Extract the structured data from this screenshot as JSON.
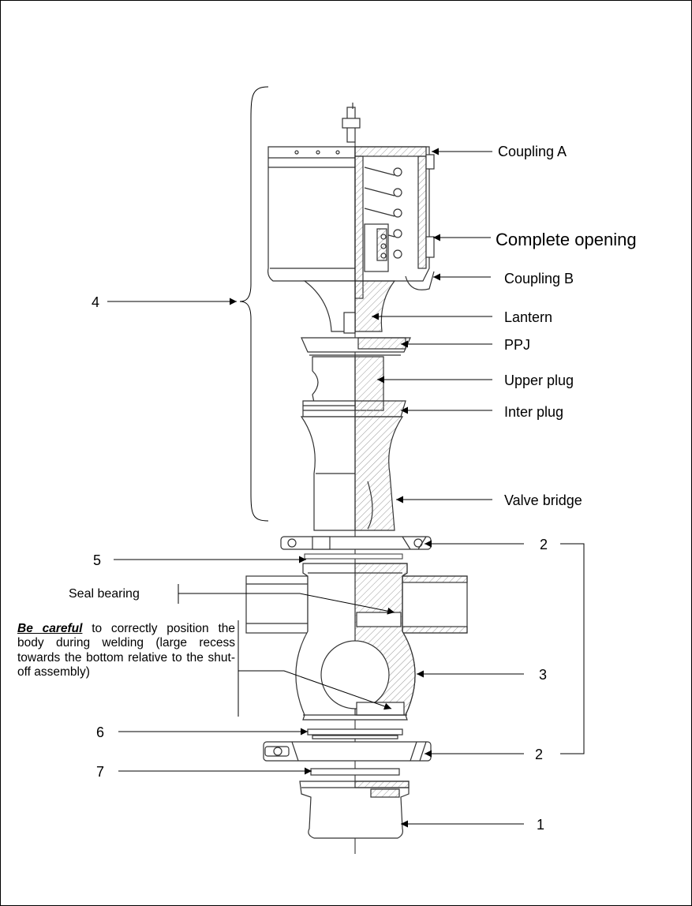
{
  "labels": {
    "coupling_a": "Coupling A",
    "complete_opening": "Complete opening",
    "coupling_b": "Coupling B",
    "lantern": "Lantern",
    "ppj": "PPJ",
    "upper_plug": "Upper plug",
    "inter_plug": "Inter plug",
    "valve_bridge": "Valve bridge",
    "seal_bearing": "Seal bearing"
  },
  "numbers": {
    "n4": "4",
    "n5": "5",
    "n2_top": "2",
    "n3": "3",
    "n6": "6",
    "n2_bottom": "2",
    "n7": "7",
    "n1": "1"
  },
  "note": {
    "emphasis": "Be careful",
    "text": " to correctly position the body during welding (large recess towards the bottom relative to the shut-off assembly)"
  }
}
